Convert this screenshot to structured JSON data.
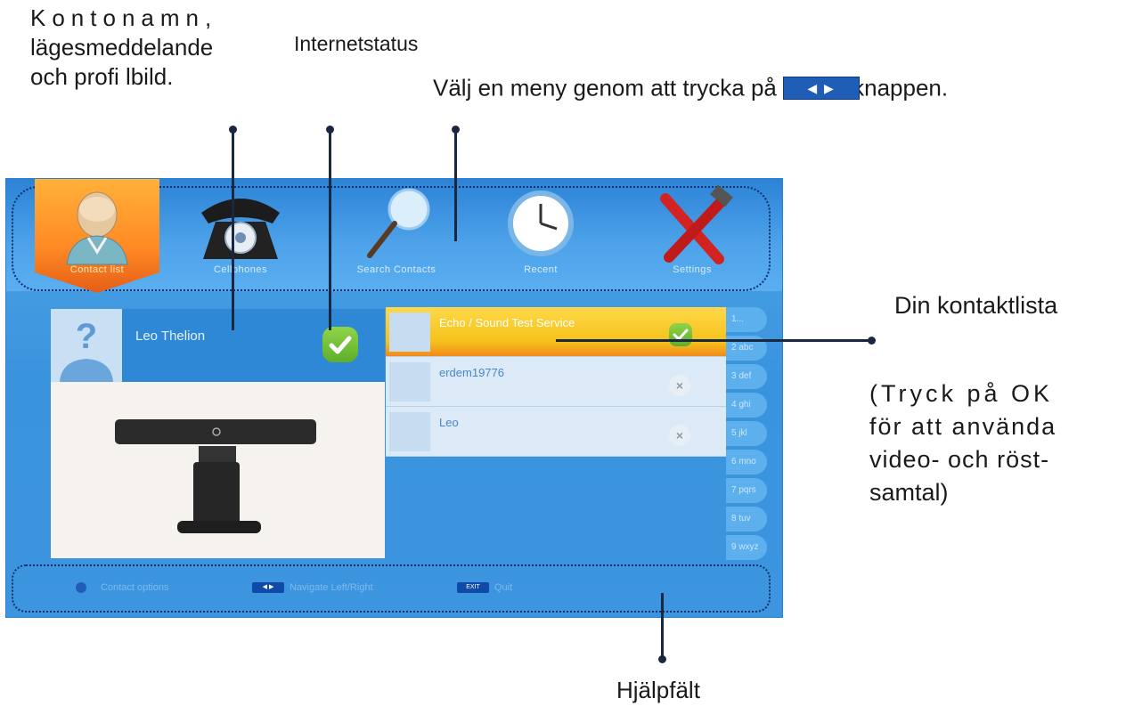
{
  "callouts": {
    "account_line1": "Kontonamn,",
    "account_line2": "lägesmeddelande",
    "account_line3": "och profi lbild.",
    "internet_status": "Internetstatus",
    "menu_pre": "Välj en meny genom att trycka på",
    "menu_key": "◀ ▶",
    "menu_post": "knappen.",
    "contact_list": "Din kontaktlista",
    "ok_line1": "(Tryck på OK",
    "ok_line2": "för att använda",
    "ok_line3": "video- och röst-",
    "ok_line4": "samtal)",
    "help_bar": "Hjälpfält"
  },
  "menu": {
    "items": [
      {
        "label": "Contact list",
        "icon": "contact-person-icon"
      },
      {
        "label": "Cellphones",
        "icon": "telephone-icon"
      },
      {
        "label": "Search Contacts",
        "icon": "magnifier-icon"
      },
      {
        "label": "Recent",
        "icon": "clock-icon"
      },
      {
        "label": "Settings",
        "icon": "tools-icon"
      }
    ]
  },
  "profile": {
    "name": "Leo Thelion",
    "avatar": "?",
    "online": true
  },
  "contacts": [
    {
      "name": "Echo / Sound Test Service",
      "status": "online"
    },
    {
      "name": "erdem19776",
      "status": "offline"
    },
    {
      "name": "Leo",
      "status": "offline"
    }
  ],
  "alphabet": [
    "1...",
    "2 abc",
    "3 def",
    "4 ghi",
    "5 jkl",
    "6 mno",
    "7 pqrs",
    "8 tuv",
    "9 wxyz"
  ],
  "help": {
    "contact_options": "Contact options",
    "navigate": "Navigate Left/Right",
    "exit_key": "EXIT",
    "quit": "Quit"
  },
  "colors": {
    "screen_blue": "#3d95df",
    "selected_orange": "#ff8a25",
    "online_green": "#5fae2a"
  }
}
